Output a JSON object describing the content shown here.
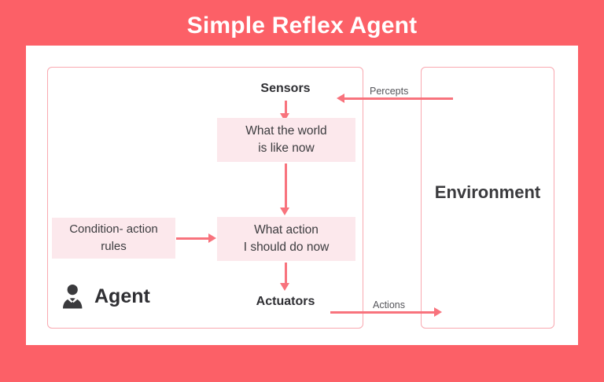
{
  "title": "Simple Reflex Agent",
  "colors": {
    "background": "#fc6067",
    "card": "#ffffff",
    "box_fill": "#fce8ec",
    "box_border": "#f9a8b0",
    "arrow": "#f8737d",
    "text_dark": "#2f2f33",
    "title_text": "#ffffff"
  },
  "agent": {
    "label": "Agent",
    "icon": "person-in-suit-icon",
    "sensors_label": "Sensors",
    "actuators_label": "Actuators",
    "boxes": [
      {
        "id": "world",
        "text": "What the world\nis like now",
        "line1": "What the world",
        "line2": "is like now"
      },
      {
        "id": "action",
        "text": "What action\nI should do now",
        "line1": "What action",
        "line2": "I should do now"
      },
      {
        "id": "rules",
        "text": "Condition- action\nrules",
        "line1": "Condition- action",
        "line2": "rules"
      }
    ]
  },
  "environment": {
    "label": "Environment"
  },
  "flows": {
    "percepts_label": "Percepts",
    "actions_label": "Actions"
  }
}
